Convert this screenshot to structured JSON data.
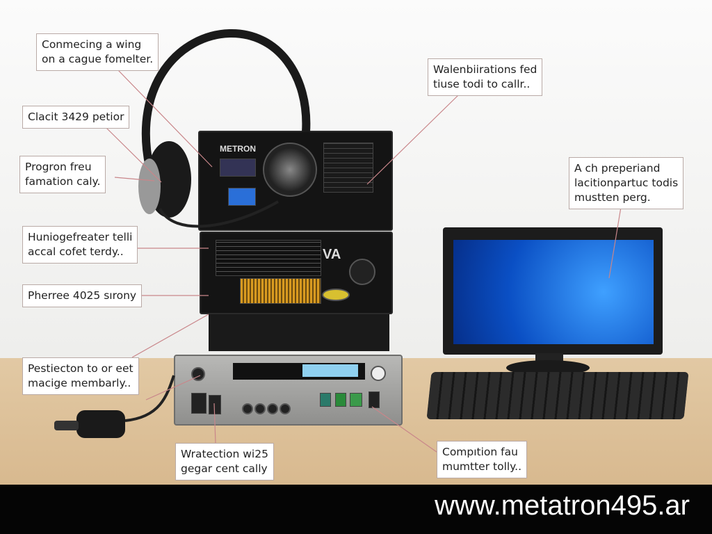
{
  "device": {
    "upper_brand": "METRON",
    "lower_brand": "VA"
  },
  "callouts": [
    {
      "id": "connecting",
      "text": "Conmecing a wing\non a cague fomelter."
    },
    {
      "id": "clacit",
      "text": "Clacit 3429 petior"
    },
    {
      "id": "progron",
      "text": "Progron freu\nfamation caly."
    },
    {
      "id": "huniogefreater",
      "text": "Huniogefreater telli\naccal cofet terdy.."
    },
    {
      "id": "pherree",
      "text": "Pherree 4025 sırony"
    },
    {
      "id": "pestiecton",
      "text": "Pestiecton to or eet\nmacige membarly.."
    },
    {
      "id": "wratection",
      "text": "Wratection wi25\ngegar cent cally"
    },
    {
      "id": "compution",
      "text": "Compıtion fau\nmumtter tolly.."
    },
    {
      "id": "walenbiirations",
      "text": "Walenbiirations fed\ntiuse todi to callr.."
    },
    {
      "id": "preperiand",
      "text": "A ch preperiand\nlacitionpartuc todis\nmustten perg."
    }
  ],
  "footer": {
    "url": "www.metatron495.ar"
  },
  "colors": {
    "leader_line": "#c9868a",
    "footer_bg": "#050505",
    "desk": "#dcc099",
    "screen": "#1a6ee0"
  }
}
